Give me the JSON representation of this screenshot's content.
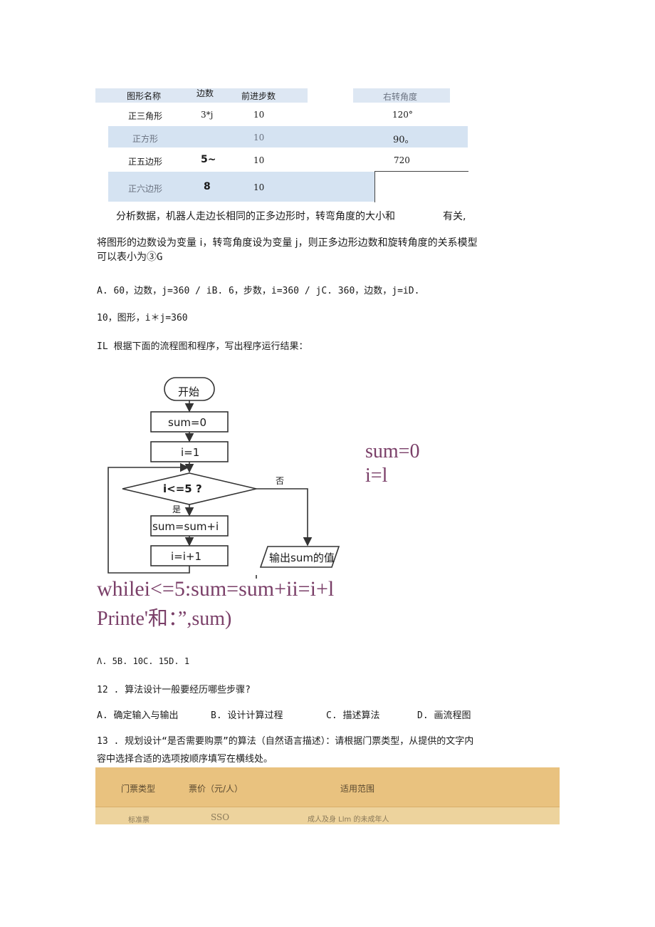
{
  "polygon_table": {
    "headers": [
      "图形名称",
      "边数",
      "前进步数",
      "右转角度"
    ],
    "rows": [
      {
        "name": "正三角形",
        "sides": "3*j",
        "steps": "10",
        "angle": "120°"
      },
      {
        "name": "正方形",
        "sides": "",
        "steps": "10",
        "angle": "90。"
      },
      {
        "name": "正五边形",
        "sides": "5~",
        "steps": "10",
        "angle": "720"
      },
      {
        "name": "正六边形",
        "sides": "8",
        "steps": "10",
        "angle": ""
      }
    ]
  },
  "text": {
    "analysis_a": "分析数据，机器人走边长相同的正多边形时，转弯角度的大小和",
    "analysis_b": "有关,",
    "model_line": "将图形的边数设为变量 i，转弯角度设为变量 j，则正多边形边数和旋转角度的关系模型",
    "model_line2": "可以表小为③G",
    "options_10a": "A. 60，边数，j=360 / iB. 6，步数，i=360 / jC. 360，边数，j=iD.",
    "options_10b": "10，图形，i＊j=360",
    "q11": "IL 根据下面的流程图和程序，写出程序运行结果：",
    "code_sum": "sum=0",
    "code_i": "i=l",
    "code_while": "whilei<=5:sum=sum+ii=i+l",
    "code_print": "Printe'和：”,sum)",
    "options_11": "Λ. 5B. 10C. 15D. 1",
    "q12": "12 . 算法设计一般要经历哪些步骤?",
    "q12_a": "A. 确定输入与输出",
    "q12_b": "B. 设计计算过程",
    "q12_c": "C. 描述算法",
    "q12_d": "D. 画流程图",
    "q13_line1": "13 . 规划设计“是否需要购票”的算法（自然语言描述）：请根据门票类型，从提供的文字内",
    "q13_line2": "容中选择合适的选项按顺序填写在横线处。"
  },
  "flowchart": {
    "start": "开始",
    "init_sum": "sum=0",
    "init_i": "i=1",
    "condition": "i<=5 ?",
    "no_label": "否",
    "yes_label": "是",
    "accumulate": "sum=sum+i",
    "increment": "i=i+1",
    "output": "输出sum的值"
  },
  "ticket_table": {
    "headers": [
      "门票类型",
      "票价（元/人）",
      "适用范围"
    ],
    "row": {
      "type": "标准票",
      "price": "SSO",
      "scope": "成人及身 Llm 的未成年人"
    }
  }
}
